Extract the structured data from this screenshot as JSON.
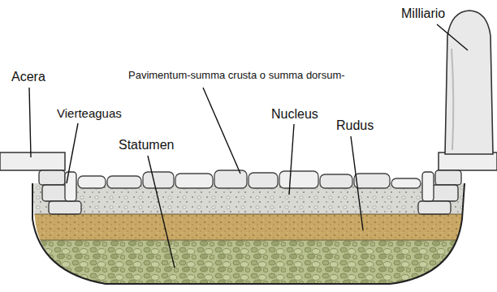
{
  "diagram": {
    "labels": [
      "Milliario",
      "Acera",
      "Pavimentum-summa crusta o summa dorsum-",
      "Vierteaguas",
      "Statumen",
      "Nucleus",
      "Rudus"
    ]
  }
}
